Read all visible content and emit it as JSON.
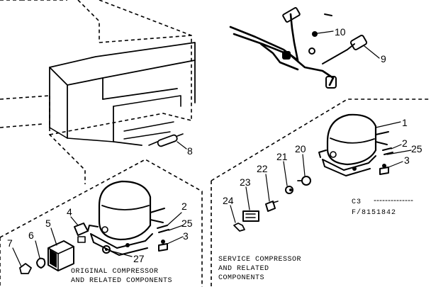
{
  "callouts": {
    "c1": "1",
    "c2a": "2",
    "c2b": "2",
    "c3a": "3",
    "c3b": "3",
    "c4": "4",
    "c5": "5",
    "c6": "6",
    "c7": "7",
    "c8": "8",
    "c9": "9",
    "c10": "10",
    "c20": "20",
    "c21": "21",
    "c22": "22",
    "c23": "23",
    "c24": "24",
    "c25a": "25",
    "c25b": "25",
    "c27": "27"
  },
  "captions": {
    "original_line1": "ORIGINAL COMPRESSOR",
    "original_line2": "AND RELATED COMPONENTS",
    "service_line1": "SERVICE COMPRESSOR",
    "service_line2": "AND RELATED",
    "service_line3": "COMPONENTS"
  },
  "drawing_code": {
    "line1": "C3",
    "line2": "F/8151842"
  }
}
